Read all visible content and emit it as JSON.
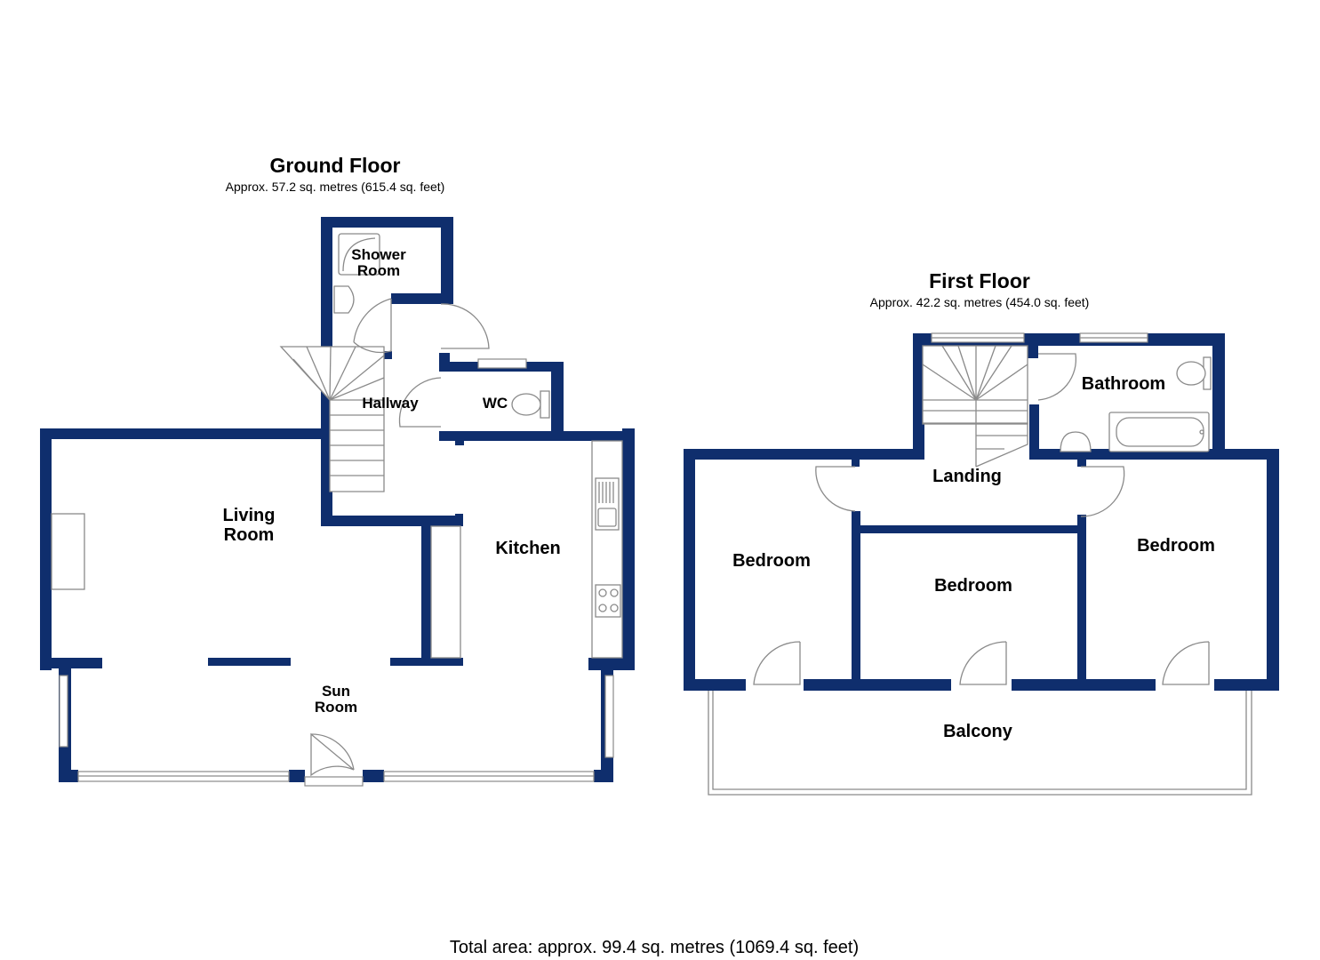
{
  "ground_floor": {
    "title": "Ground Floor",
    "area": "Approx. 57.2 sq. metres (615.4 sq. feet)",
    "rooms": {
      "shower_room_line1": "Shower",
      "shower_room_line2": "Room",
      "hallway": "Hallway",
      "wc": "WC",
      "living_room_line1": "Living",
      "living_room_line2": "Room",
      "kitchen": "Kitchen",
      "sun_room_line1": "Sun",
      "sun_room_line2": "Room"
    }
  },
  "first_floor": {
    "title": "First Floor",
    "area": "Approx. 42.2 sq. metres (454.0 sq. feet)",
    "rooms": {
      "bathroom": "Bathroom",
      "landing": "Landing",
      "bedroom_left": "Bedroom",
      "bedroom_middle": "Bedroom",
      "bedroom_right": "Bedroom",
      "balcony": "Balcony"
    }
  },
  "total_area": "Total area: approx. 99.4 sq. metres (1069.4 sq. feet)",
  "colors": {
    "wall": "#0f2e6d",
    "fixture_stroke": "#8a8a8a"
  }
}
